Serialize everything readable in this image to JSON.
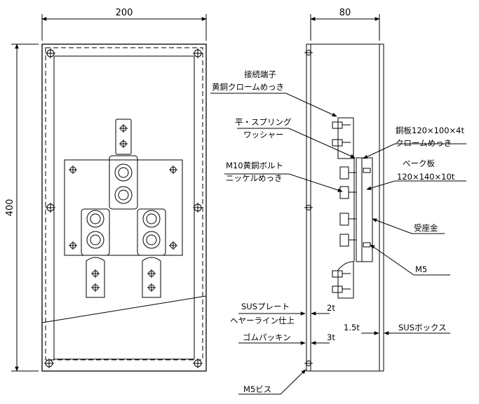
{
  "dimensions": {
    "front_width": "200",
    "front_height": "400",
    "side_width": "80"
  },
  "labels": {
    "terminal_title": "接続端子",
    "terminal_spec": "黄銅クロームめっき",
    "washer_title": "平・スプリング",
    "washer_sub": "ワッシャー",
    "bolt_title": "M10黄銅ボルト",
    "bolt_spec": "ニッケルめっき",
    "copper_title": "銅板120×100×4t",
    "copper_spec": "クロームめっき",
    "bake_title": "ベーク板",
    "bake_spec": "120×140×10t",
    "receiver": "受座金",
    "m5": "M5",
    "sus_plate": "SUSプレート",
    "sus_finish": "ヘヤーライン仕上",
    "plate_thk": "2t",
    "box_thk": "1.5t",
    "sus_box": "SUSボックス",
    "gasket": "ゴムパッキン",
    "gasket_thk": "3t",
    "screw": "M5ビス"
  }
}
